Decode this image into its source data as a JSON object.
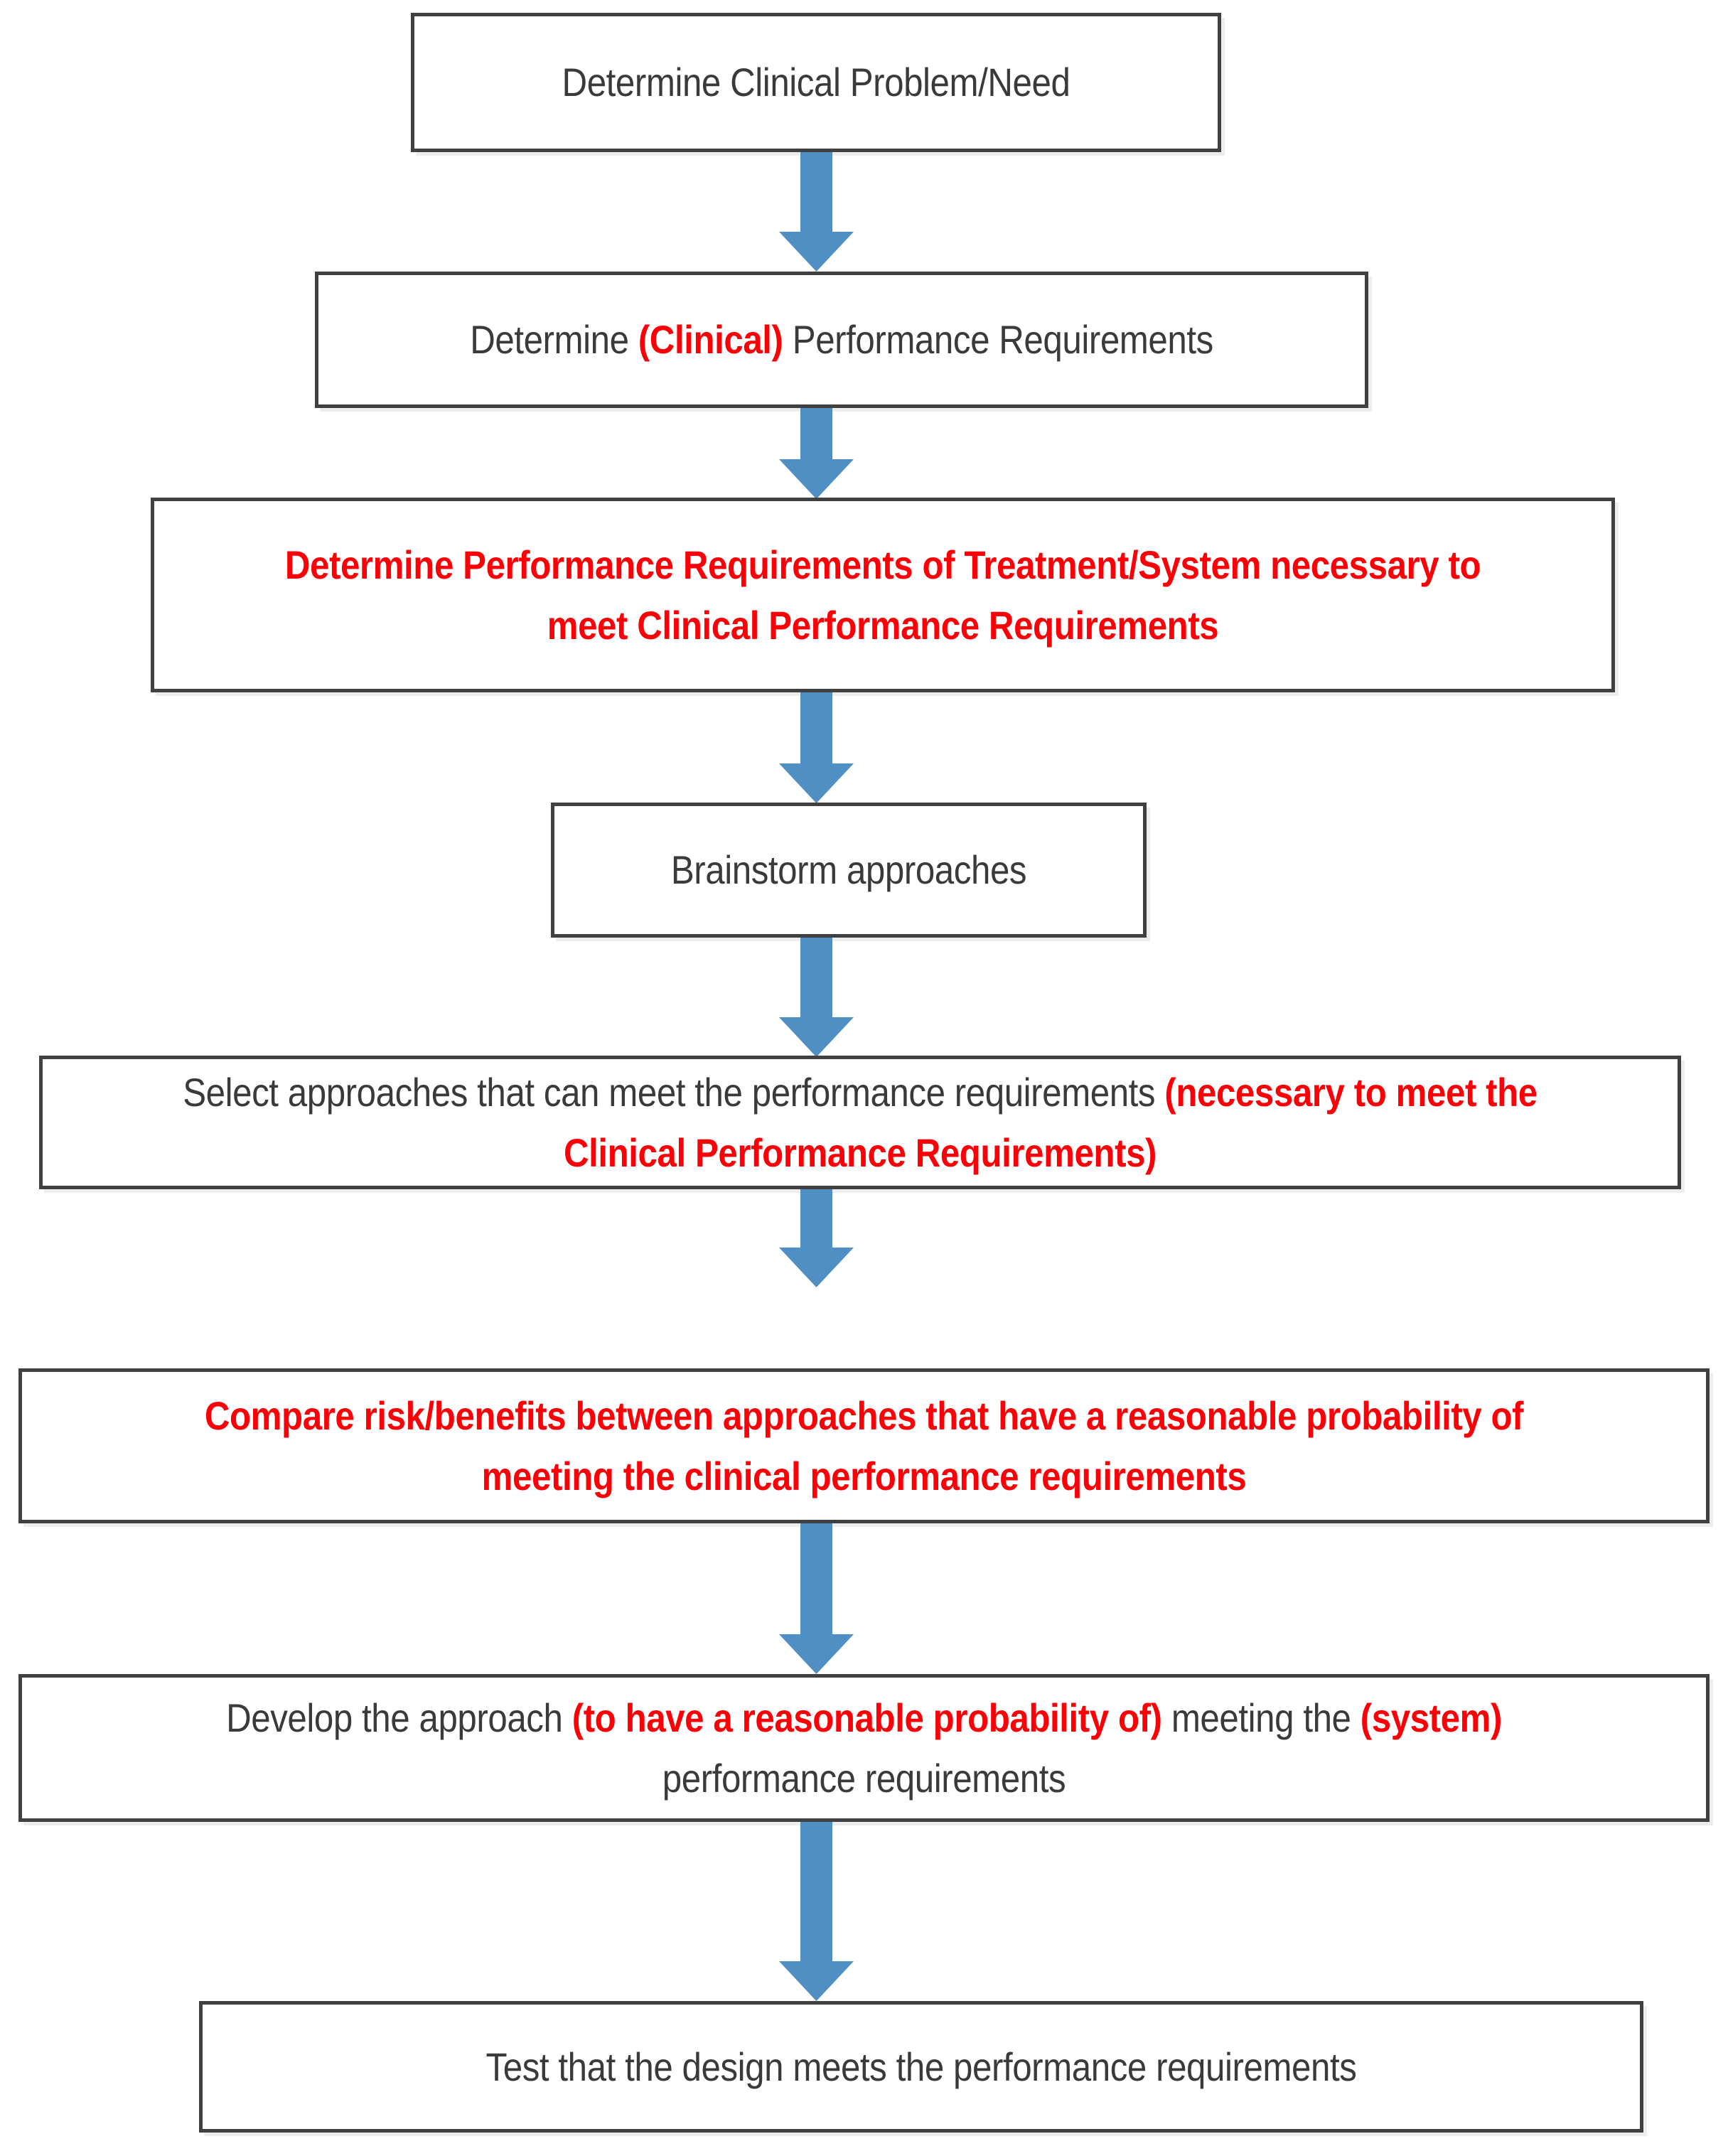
{
  "diagram": {
    "title": "Clinical Device Design Process Flowchart",
    "type": "flowchart",
    "orientation": "top-to-bottom",
    "colors": {
      "box_border": "#404040",
      "box_fill": "#FFFFFF",
      "text": "#3A3A3A",
      "highlight_text": "#FB0007",
      "arrow": "#4F8FC4"
    },
    "nodes": [
      {
        "id": "node-1",
        "name": "determine-clinical-problem",
        "plain_text": "Determine Clinical Problem/Need",
        "segments": [
          {
            "text": "Determine Clinical Problem/Need",
            "style": "normal"
          }
        ]
      },
      {
        "id": "node-2",
        "name": "determine-clinical-performance-requirements",
        "plain_text": "Determine (Clinical) Performance Requirements",
        "segments": [
          {
            "text": "Determine ",
            "style": "normal"
          },
          {
            "text": "(Clinical)",
            "style": "red"
          },
          {
            "text": " Performance Requirements",
            "style": "normal"
          }
        ]
      },
      {
        "id": "node-3",
        "name": "determine-treatment-system-performance-requirements",
        "plain_text": "Determine Performance Requirements of Treatment/System necessary to meet Clinical Performance Requirements",
        "segments": [
          {
            "text": "Determine Performance Requirements of Treatment/System necessary to meet Clinical Performance Requirements",
            "style": "red"
          }
        ]
      },
      {
        "id": "node-4",
        "name": "brainstorm-approaches",
        "plain_text": "Brainstorm approaches",
        "segments": [
          {
            "text": "Brainstorm approaches",
            "style": "normal"
          }
        ]
      },
      {
        "id": "node-5",
        "name": "select-approaches",
        "plain_text": "Select approaches that can meet the performance requirements (necessary to meet the Clinical Performance Requirements)",
        "segments": [
          {
            "text": "Select approaches that can meet the performance requirements ",
            "style": "normal"
          },
          {
            "text": "(necessary to meet the Clinical Performance Requirements)",
            "style": "red"
          }
        ]
      },
      {
        "id": "node-6",
        "name": "compare-risk-benefits",
        "plain_text": "Compare risk/benefits between approaches that have a reasonable probability of meeting the clinical performance requirements",
        "segments": [
          {
            "text": "Compare risk/benefits between approaches that have a reasonable probability of meeting the clinical performance requirements",
            "style": "red"
          }
        ]
      },
      {
        "id": "node-7",
        "name": "develop-the-approach",
        "plain_text": "Develop the approach (to have a reasonable probability of) meeting the (system) performance requirements",
        "segments": [
          {
            "text": "Develop the approach ",
            "style": "normal"
          },
          {
            "text": "(to have a reasonable probability of)",
            "style": "red"
          },
          {
            "text": " meeting the ",
            "style": "normal"
          },
          {
            "text": "(system)",
            "style": "red"
          },
          {
            "text": " performance requirements",
            "style": "normal"
          }
        ]
      },
      {
        "id": "node-8",
        "name": "test-the-design",
        "plain_text": "Test that the design meets the performance requirements",
        "segments": [
          {
            "text": "Test that the design meets the performance requirements",
            "style": "normal"
          }
        ]
      }
    ],
    "connectors": [
      {
        "from": "node-1",
        "to": "node-2",
        "icon": "down-arrow-icon"
      },
      {
        "from": "node-2",
        "to": "node-3",
        "icon": "down-arrow-icon"
      },
      {
        "from": "node-3",
        "to": "node-4",
        "icon": "down-arrow-icon"
      },
      {
        "from": "node-4",
        "to": "node-5",
        "icon": "down-arrow-icon"
      },
      {
        "from": "node-5",
        "to": "node-6",
        "icon": "down-arrow-icon"
      },
      {
        "from": "node-6",
        "to": "node-7",
        "icon": "down-arrow-icon"
      },
      {
        "from": "node-7",
        "to": "node-8",
        "icon": "down-arrow-icon"
      }
    ]
  }
}
